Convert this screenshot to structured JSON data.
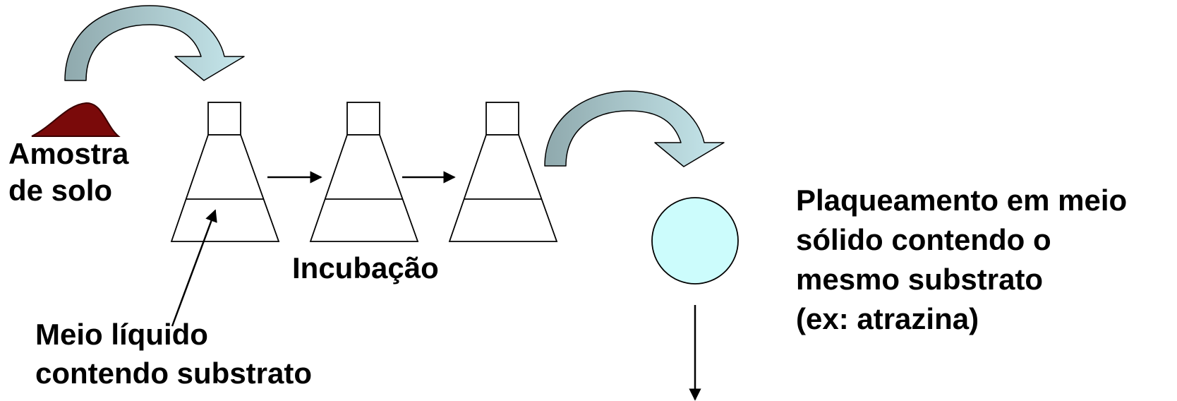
{
  "labels": {
    "sample": [
      "Amostra",
      "de solo"
    ],
    "incubation": "Incubação",
    "medium": [
      "Meio líquido",
      "contendo substrato"
    ],
    "plating": [
      "Plaqueamento em meio",
      "sólido contendo o",
      "mesmo substrato",
      "(ex: atrazina)"
    ]
  },
  "colors": {
    "soil": "#7a0a0a",
    "curved_arrow_dark": "#8fa9ad",
    "curved_arrow_light": "#c6e7ec",
    "petri_dish": "#ccfcfc",
    "stroke": "#000000"
  }
}
